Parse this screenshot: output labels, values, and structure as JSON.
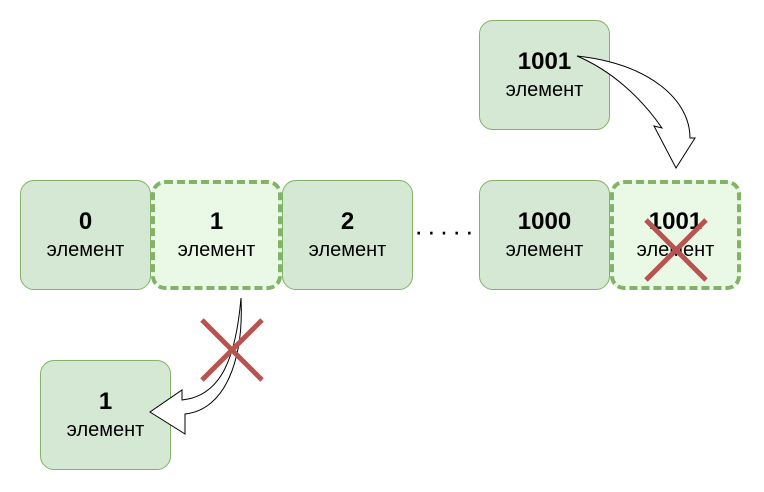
{
  "boxes": [
    {
      "id": "0",
      "number": "0",
      "label": "элемент"
    },
    {
      "id": "1",
      "number": "1",
      "label": "элемент",
      "highlighted": true
    },
    {
      "id": "2",
      "number": "2",
      "label": "элемент"
    },
    {
      "id": "1000",
      "number": "1000",
      "label": "элемент"
    },
    {
      "id": "1001",
      "number": "1001",
      "label": "элемент",
      "highlighted": true
    },
    {
      "id": "1001-new",
      "number": "1001",
      "label": "элемент"
    },
    {
      "id": "1-removed",
      "number": "1",
      "label": "элемент"
    }
  ],
  "ellipsis": "·····",
  "colors": {
    "fill": "#d5e8d4",
    "highlight_fill": "#e9f9e6",
    "stroke": "#82b366",
    "cross": "#b85450"
  }
}
